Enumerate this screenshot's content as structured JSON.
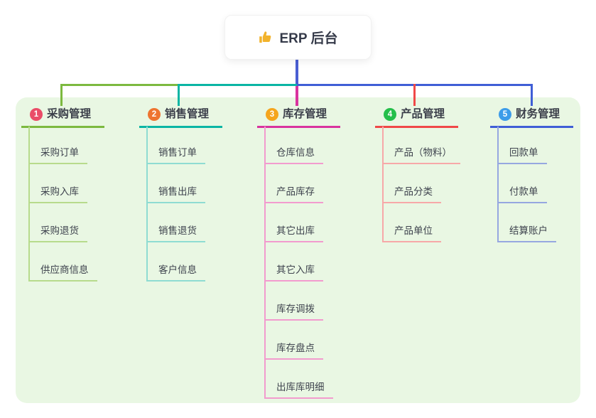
{
  "root": {
    "label": "ERP 后台",
    "icon": "thumbs-up",
    "icon_color": "#f2b32c",
    "connector_color": "#4a5ed2"
  },
  "panel": {
    "background": "#e9f7e3"
  },
  "branches": [
    {
      "number": "1",
      "label": "采购管理",
      "badge_color": "#ea4c68",
      "line_color": "#7cb93f",
      "child_line_color": "#b7db8c",
      "children": [
        "采购订单",
        "采购入库",
        "采购退货",
        "供应商信息"
      ]
    },
    {
      "number": "2",
      "label": "销售管理",
      "badge_color": "#ee7430",
      "line_color": "#0ab5a4",
      "child_line_color": "#8fdcd2",
      "children": [
        "销售订单",
        "销售出库",
        "销售退货",
        "客户信息"
      ]
    },
    {
      "number": "3",
      "label": "库存管理",
      "badge_color": "#f5a51d",
      "line_color": "#d9339f",
      "child_line_color": "#f29bce",
      "children": [
        "仓库信息",
        "产品库存",
        "其它出库",
        "其它入库",
        "库存调拨",
        "库存盘点",
        "出库库明细"
      ]
    },
    {
      "number": "4",
      "label": "产品管理",
      "badge_color": "#24bf4a",
      "line_color": "#f04848",
      "child_line_color": "#f7a8a8",
      "children": [
        "产品（物料）",
        "产品分类",
        "产品单位"
      ]
    },
    {
      "number": "5",
      "label": "财务管理",
      "badge_color": "#3d9ce9",
      "line_color": "#3f5ed6",
      "child_line_color": "#96a7e0",
      "children": [
        "回款单",
        "付款单",
        "结算账户"
      ]
    }
  ]
}
